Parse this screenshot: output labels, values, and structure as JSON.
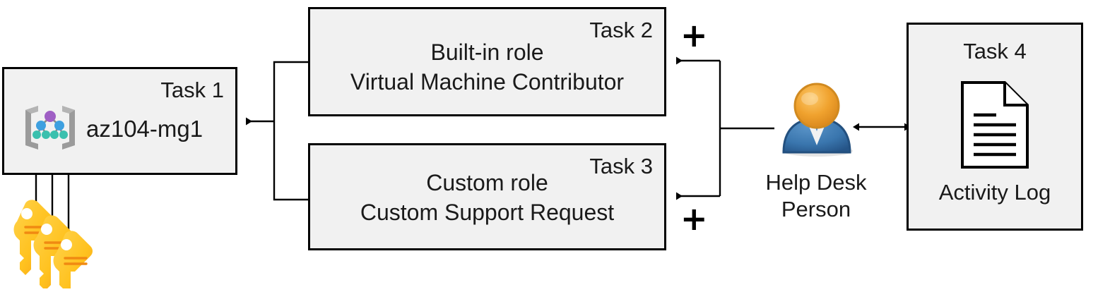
{
  "diagram": {
    "title": "Azure RBAC task diagram",
    "background": "#ffffff",
    "box_fill": "#f1f1f1",
    "box_stroke": "#000000",
    "accent_orange": "#f0a22e",
    "accent_blue": "#2f6ca8",
    "key_yellow": "#ffc627"
  },
  "task1": {
    "label": "Task 1",
    "name": "az104-mg1",
    "icon": "management-group-icon"
  },
  "task2": {
    "label": "Task 2",
    "line1": "Built-in role",
    "line2": "Virtual Machine Contributor"
  },
  "task3": {
    "label": "Task 3",
    "line1": "Custom role",
    "line2": "Custom Support Request"
  },
  "task4": {
    "label": "Task 4",
    "caption": "Activity Log",
    "icon": "document-icon"
  },
  "person": {
    "label_line1": "Help Desk",
    "label_line2": "Person",
    "icon": "user-icon"
  },
  "operators": {
    "plus_top": "+",
    "plus_bottom": "+"
  },
  "keys": {
    "icon": "key-icon",
    "count": 3
  }
}
